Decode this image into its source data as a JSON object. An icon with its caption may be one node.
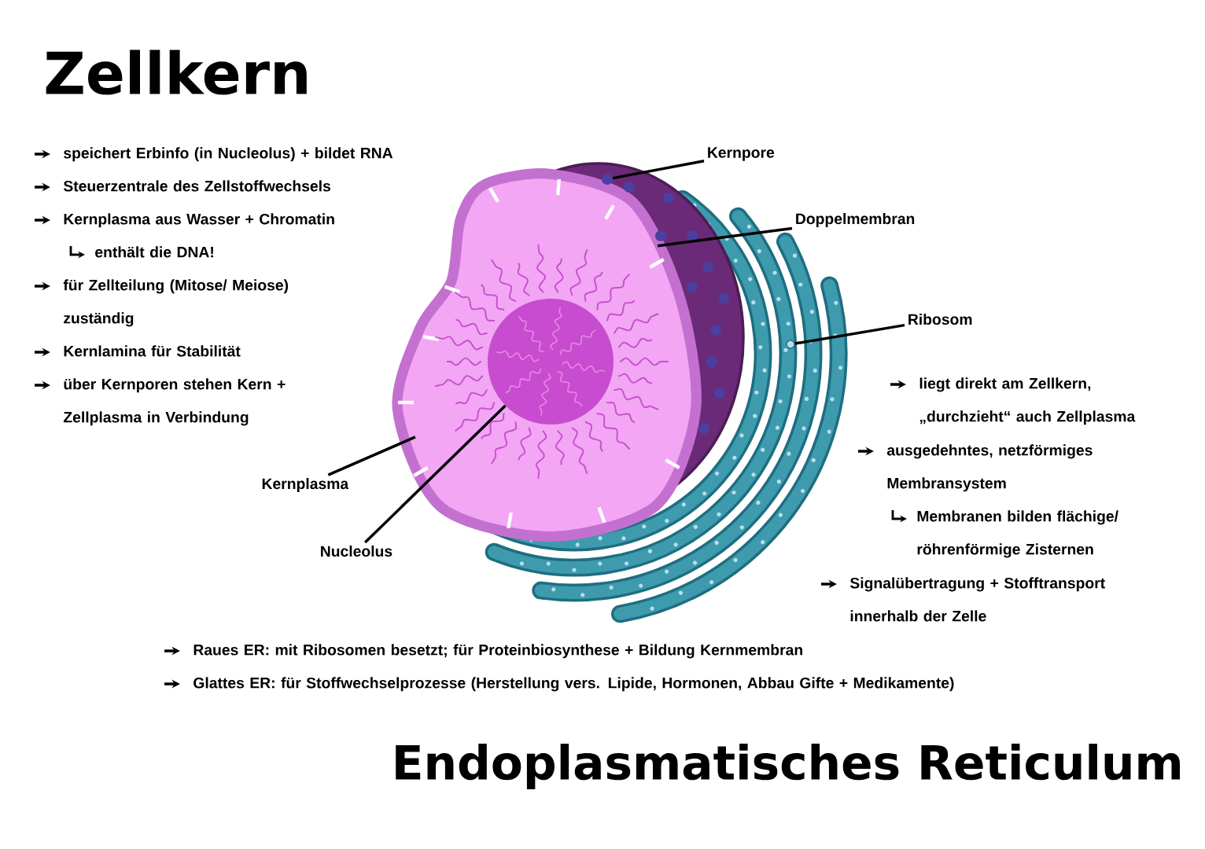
{
  "diagram": {
    "title": "Zellkern",
    "nodes": [
      {
        "text": [
          "Kernpore"
        ]
      },
      {
        "text": [
          "Doppelmembran"
        ]
      },
      {
        "text": [
          "Ribosom"
        ]
      },
      {
        "text": [
          "Kernplasma"
        ]
      },
      {
        "text": [
          "Nucleolus"
        ]
      },
      {
        "text": [],
        "shape": "circle",
        "in": 6
      },
      {
        "text": [],
        "shape": "picture"
      },
      {
        "text": [],
        "shape": "circle"
      },
      {
        "text": [],
        "shape": "picture"
      },
      {
        "text": [],
        "shape": "circle",
        "in": 8
      }
    ],
    "edges": [
      {
        "from": 0,
        "to": 5,
        "arrow": "none"
      },
      {
        "from": 1,
        "to": 6,
        "arrow": "none"
      },
      {
        "from": 2,
        "to": 7,
        "arrow": "none"
      },
      {
        "from": 3,
        "to": 8,
        "arrow": "none"
      },
      {
        "from": 4,
        "to": 9,
        "arrow": "none"
      }
    ],
    "labels": [
      "speichert Erbinfo (in Nucleolus) + bildet RNA",
      "Steuerzentrale des Zellstoffwechsels",
      "Kernplasma aus Wasser + Chromatin",
      "enthält die DNA!",
      "für Zellteilung (Mitose/ Meiose) zuständig",
      "Kernlamina für Stabilität",
      "über Kernporen stehen Kern + Zellplasma in Verbindung",
      "liegt direkt am Zellkern, „durchzieht“ auch Zellplasma",
      "ausgedehntes, netzförmiges Membransystem",
      "Membranen bilden flächige/ röhrenförmige Zisternen",
      "Signalübertragung + Stofftransport innerhalb der Zelle",
      "Raues ER: mit Ribosomen besetzt; für Proteinbiosynthese + Bildung Kernmembran",
      "Glattes ER: für Stoffwechselprozesse (Herstellung vers. Lipide, Hormonen, Abbau Gifte + Medikamente)",
      "Endoplasmatisches Reticulum"
    ]
  }
}
